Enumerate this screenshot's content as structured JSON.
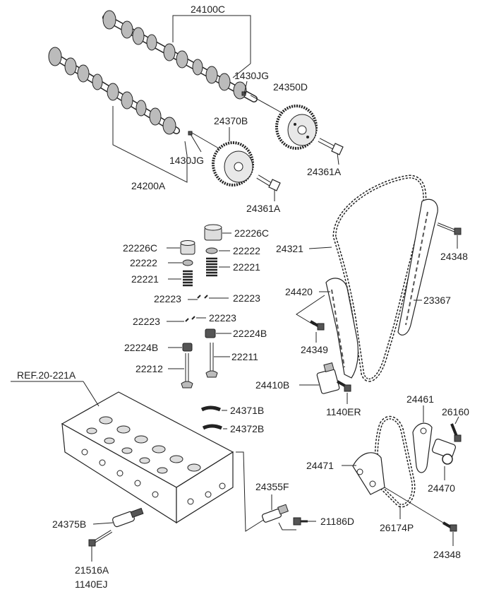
{
  "labels": {
    "p24100C": "24100C",
    "p1430JG_top": "1430JG",
    "p24350D": "24350D",
    "p24370B": "24370B",
    "p1430JG_mid": "1430JG",
    "p24361A_top": "24361A",
    "p24200A": "24200A",
    "p24361A_mid": "24361A",
    "p22226C_r": "22226C",
    "p22226C_l": "22226C",
    "p22222_r": "22222",
    "p22222_l": "22222",
    "p22221_r": "22221",
    "p22221_l": "22221",
    "p22223_a": "22223",
    "p22223_b": "22223",
    "p22223_c": "22223",
    "p22223_d": "22223",
    "p22224B_r": "22224B",
    "p22224B_l": "22224B",
    "p22211": "22211",
    "p22212": "22212",
    "p24321": "24321",
    "p24348_top": "24348",
    "p24420": "24420",
    "p23367": "23367",
    "p24349": "24349",
    "p24410B": "24410B",
    "p1140ER": "1140ER",
    "ref": "REF.20-221A",
    "p24371B": "24371B",
    "p24372B": "24372B",
    "p24461": "24461",
    "p26160": "26160",
    "p24471": "24471",
    "p24470": "24470",
    "p24355F": "24355F",
    "p24375B": "24375B",
    "p21186D": "21186D",
    "p26174P": "26174P",
    "p24348_bot": "24348",
    "p21516A": "21516A",
    "p1140EJ": "1140EJ"
  }
}
